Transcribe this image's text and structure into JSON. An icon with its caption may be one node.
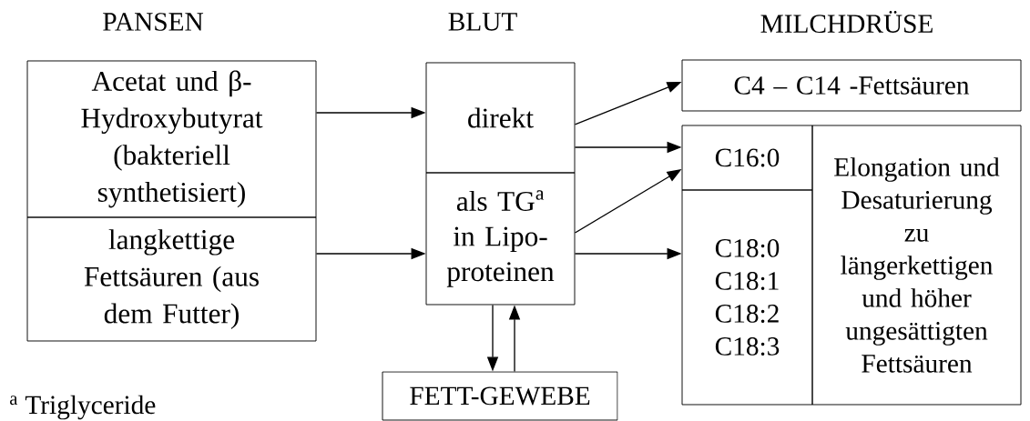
{
  "diagram": {
    "nodes": [
      {
        "text": [
          "Acetat und β-Hydroxybutyrat (bakteriell synthetisiert)"
        ]
      },
      {
        "text": [
          "langkettige Fettsäuren (aus dem Futter)"
        ]
      },
      {
        "text": [
          "direkt"
        ]
      },
      {
        "text": [
          "als TG$^{a}$ in Lipo- proteinen"
        ]
      },
      {
        "text": [
          "FETT-GEWEBE"
        ]
      },
      {
        "text": [
          "C4 – C14 -Fettsäuren"
        ]
      },
      {
        "text": [
          "C16:0"
        ]
      },
      {
        "text": [
          "C18:0 C18:1 C18:2 C18:3"
        ]
      },
      {
        "text": [
          "Elongation und Desaturierung zu längerkettigen und höher ungesättigten Fettsäuren"
        ]
      }
    ],
    "edges": [
      {
        "from": 0,
        "to": 2,
        "arrow": "to"
      },
      {
        "from": 1,
        "to": 3,
        "arrow": "to"
      },
      {
        "from": 2,
        "to": 5,
        "arrow": "to"
      },
      {
        "from": 2,
        "to": 6,
        "arrow": "to"
      },
      {
        "from": 3,
        "to": 6,
        "arrow": "to"
      },
      {
        "from": 3,
        "to": 7,
        "arrow": "to"
      },
      {
        "from": 3,
        "to": 4,
        "arrow": "to"
      },
      {
        "from": 4,
        "to": 3,
        "arrow": "to"
      }
    ],
    "labels": [
      "PANSEN",
      "BLUT",
      "MILCHDRÜSE",
      "$^{a}$ Triglyceride"
    ]
  }
}
